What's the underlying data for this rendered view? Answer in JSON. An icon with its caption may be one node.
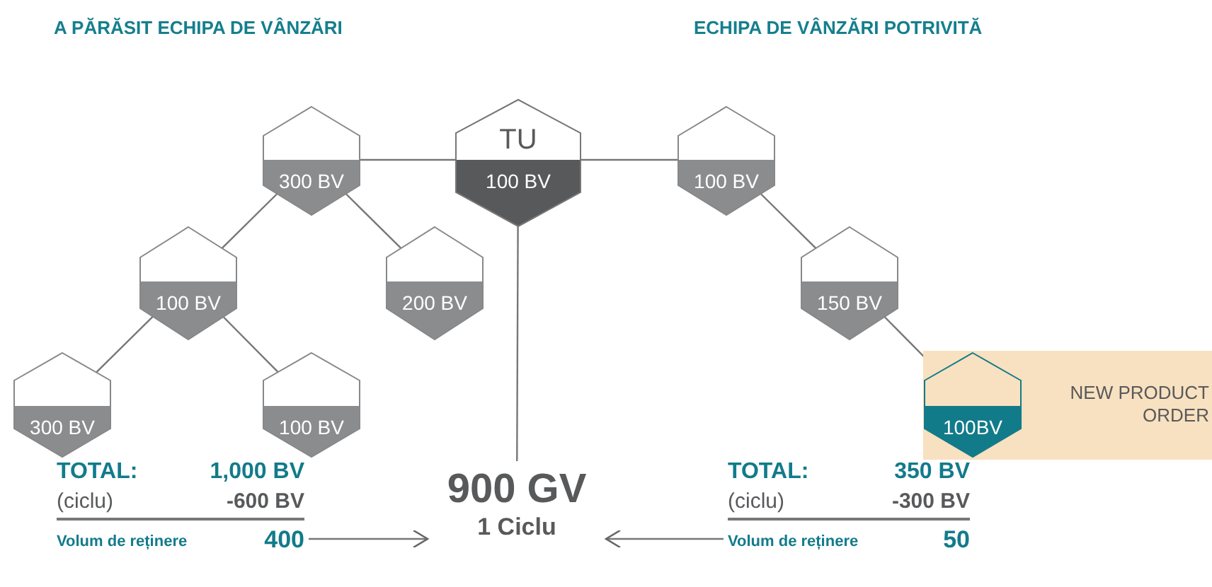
{
  "diagram": {
    "nodes": [
      {
        "text": [
          "TU",
          "100 BV"
        ]
      },
      {
        "text": [
          "300 BV"
        ]
      },
      {
        "text": [
          "100 BV"
        ]
      },
      {
        "text": [
          "200 BV"
        ]
      },
      {
        "text": [
          "300 BV"
        ]
      },
      {
        "text": [
          "100 BV"
        ]
      },
      {
        "text": [
          "100 BV"
        ]
      },
      {
        "text": [
          "150 BV"
        ]
      },
      {
        "text": [
          "NEW PRODUCT ORDER"
        ]
      },
      {
        "text": [
          "100BV"
        ],
        "in": 8
      },
      {
        "text": [
          "TOTAL:",
          "1,000 BV",
          "(ciclu)",
          "-600 BV",
          "Volum de reținere",
          "400"
        ]
      },
      {
        "text": [
          "900 GV",
          "1 Ciclu"
        ]
      },
      {
        "text": [
          "TOTAL:",
          "350 BV",
          "(ciclu)",
          "-300 BV",
          "Volum de reținere",
          "50"
        ]
      }
    ],
    "edges": [
      {
        "from": 0,
        "to": 1,
        "arrow": "none"
      },
      {
        "from": 0,
        "to": 6,
        "arrow": "none"
      },
      {
        "from": 1,
        "to": 2,
        "arrow": "none"
      },
      {
        "from": 1,
        "to": 3,
        "arrow": "none"
      },
      {
        "from": 2,
        "to": 4,
        "arrow": "none"
      },
      {
        "from": 2,
        "to": 5,
        "arrow": "none"
      },
      {
        "from": 6,
        "to": 7,
        "arrow": "none"
      },
      {
        "from": 7,
        "to": 9,
        "arrow": "none"
      },
      {
        "from": 0,
        "to": 11,
        "arrow": "none"
      },
      {
        "from": 10,
        "to": 11,
        "arrow": "to"
      },
      {
        "from": 12,
        "to": 11,
        "arrow": "to"
      }
    ],
    "labels": [
      "A PĂRĂSIT ECHIPA DE VÂNZĂRI",
      "ECHIPA DE VÂNZĂRI POTRIVITĂ"
    ]
  }
}
